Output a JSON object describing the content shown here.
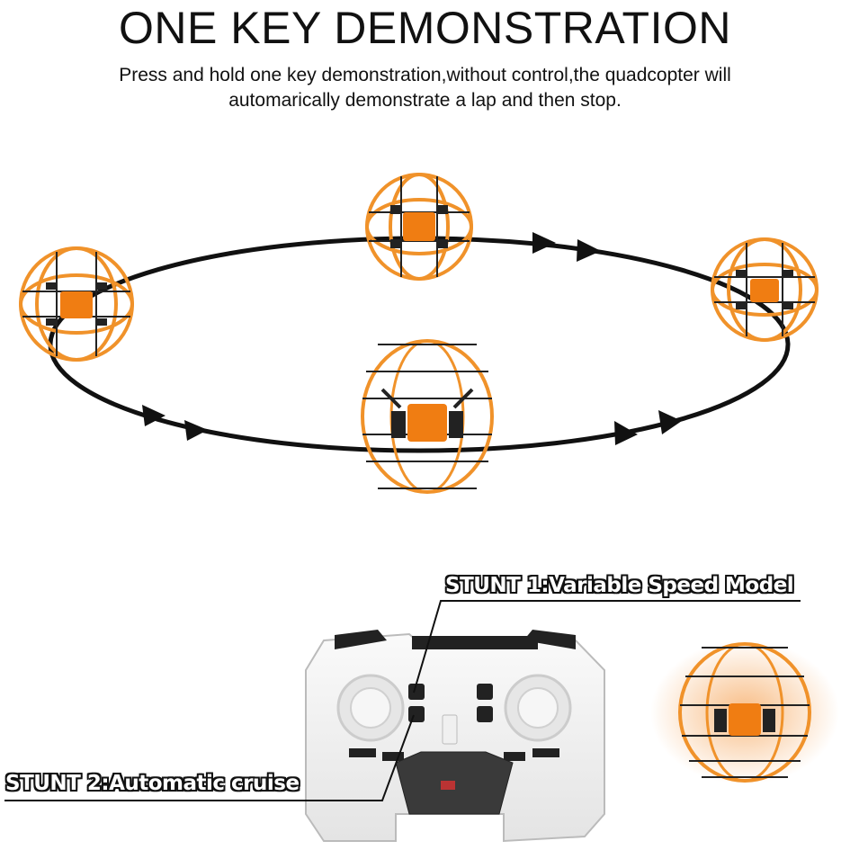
{
  "header": {
    "title": "ONE KEY DEMONSTRATION",
    "subtitle_line1": "Press and hold one key demonstration,without control,the quadcopter will",
    "subtitle_line2": "automarically demonstrate a lap and then stop."
  },
  "labels": {
    "stunt1": "STUNT 1:Variable Speed Model",
    "stunt2": "STUNT 2:Automatic cruise"
  },
  "colors": {
    "cage_orange": "#f0922a",
    "body_orange": "#f07d12",
    "path_black": "#111111",
    "remote_white": "#f4f4f4"
  }
}
